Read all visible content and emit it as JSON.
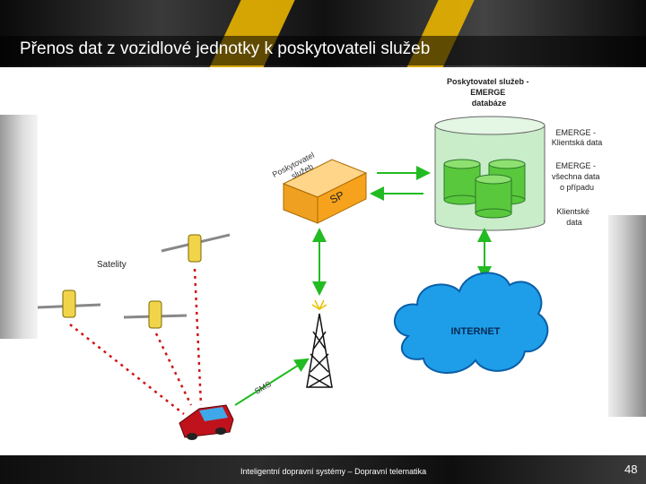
{
  "header": {
    "title": "Přenos dat z vozidlové jednotky k poskytovateli služeb"
  },
  "footer": {
    "text": "Inteligentní dopravní systémy – Dopravní telematika",
    "page": "48"
  },
  "diagram": {
    "provider_heading": [
      "Poskytovatel služeb -",
      "EMERGE",
      "databáze"
    ],
    "db_labels": {
      "client": [
        "EMERGE -",
        "Klientská data"
      ],
      "all": [
        "EMERGE -",
        "všechna data",
        "o případu"
      ],
      "clientdata": [
        "Klientské",
        "data"
      ]
    },
    "sp_caption": [
      "Poskytovatel",
      "služeb"
    ],
    "sp_label": "SP",
    "satellites_label": "Satelity",
    "sms_label": "SMS",
    "internet_label": "INTERNET"
  },
  "colors": {
    "accent": "#e8b400",
    "arrow": "#22bb22",
    "cloud": "#1e9ee8",
    "database": "#c9ecc9",
    "cylinder": "#5ac83c",
    "sp_box": "#f7a21c",
    "car": "#c0121c",
    "signal": "#d01414"
  }
}
